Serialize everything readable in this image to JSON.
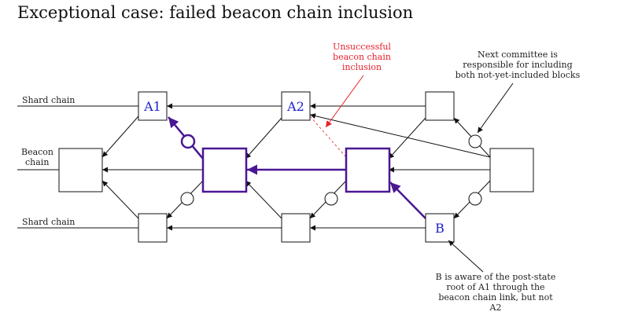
{
  "title": "Exceptional case: failed beacon chain inclusion",
  "labels": {
    "shard_top": "Shard chain",
    "beacon": [
      "Beacon",
      "chain"
    ],
    "shard_bottom": "Shard chain"
  },
  "blocks": {
    "a1": "A1",
    "a2": "A2",
    "b": "B"
  },
  "annotations": {
    "unsuccessful": [
      "Unsuccessful",
      "beacon chain",
      "inclusion"
    ],
    "next_committee": [
      "Next committee is",
      "responsible for including",
      "both not-yet-included blocks"
    ],
    "b_aware": [
      "B is aware of the post-state",
      "root of A1 through the",
      "beacon chain link, but not",
      "A2"
    ]
  },
  "colors": {
    "highlight": "#4a1793",
    "annotation_red": "#e8212b",
    "block_label": "#1b22c7"
  }
}
